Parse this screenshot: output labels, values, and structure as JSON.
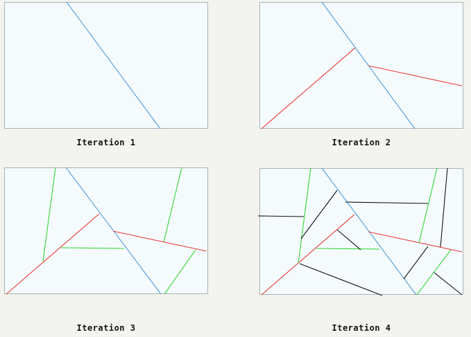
{
  "panels": [
    {
      "caption": "Iteration 1"
    },
    {
      "caption": "Iteration 2"
    },
    {
      "caption": "Iteration 3"
    },
    {
      "caption": "Iteration 4"
    }
  ],
  "colors": {
    "background": "#f3f3ef",
    "panel_fill": "#f5fbfd",
    "panel_border": "#a9b2b6",
    "level_1": "#4a9bdc",
    "level_2": "#e83a3a",
    "level_3": "#33d633",
    "level_4": "#111111"
  }
}
